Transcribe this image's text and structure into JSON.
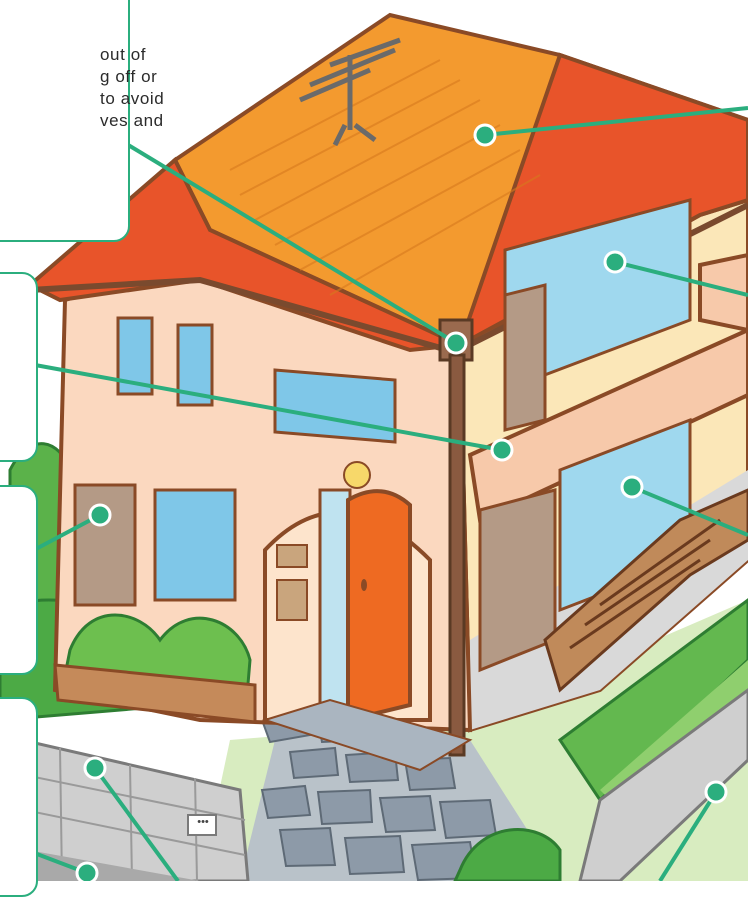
{
  "callouts": {
    "gutter": {
      "lines": [
        "out of",
        "g off or",
        "to avoid",
        "ves and"
      ]
    },
    "balcony": {
      "lines": []
    },
    "shutter": {
      "lines": []
    },
    "fence": {
      "lines": []
    }
  },
  "intercom_label": "•••",
  "colors": {
    "accent": "#2bae7e",
    "roof_top": "#f39a2f",
    "roof_tile": "#e8542a",
    "wall_front": "#fbd8bf",
    "wall_side": "#fbe7b8",
    "door": "#ee6a22",
    "outline": "#8a4a26"
  }
}
